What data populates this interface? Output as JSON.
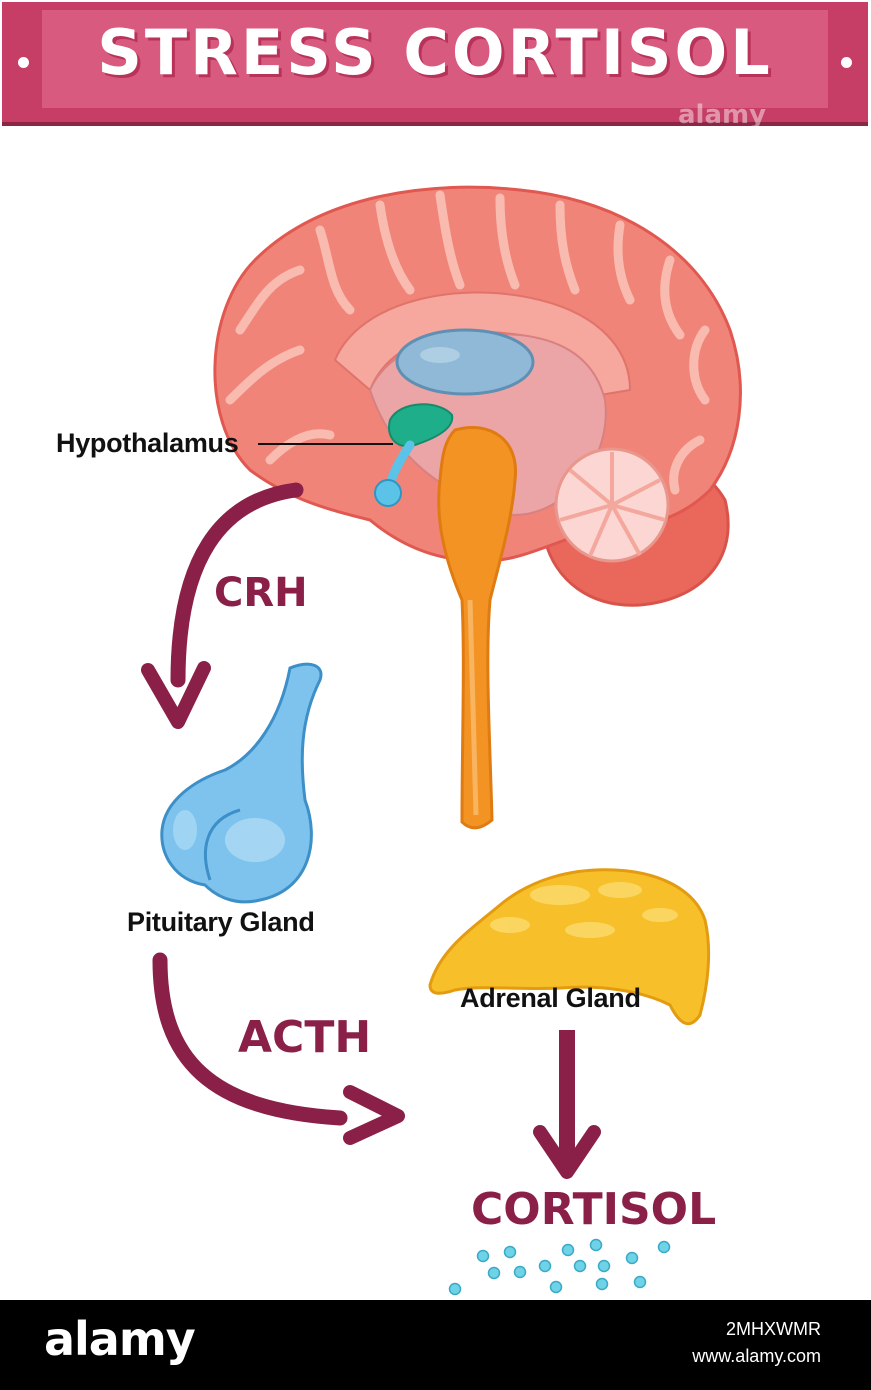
{
  "title": "STRESS CORTISOL",
  "watermark": "alamy",
  "labels": {
    "hypothalamus": "Hypothalamus",
    "pituitary": "Pituitary Gland",
    "adrenal": "Adrenal Gland"
  },
  "hormones": {
    "crh": "CRH",
    "acth": "ACTH",
    "cortisol": "CORTISOL"
  },
  "footer": {
    "logo": "alamy",
    "image_id": "2MHXWMR",
    "url": "www.alamy.com"
  },
  "colors": {
    "banner": "#c63e65",
    "arrow": "#8a1f48",
    "brain": "#f08478",
    "brainstem": "#f39324",
    "hypothalamus": "#1fae8a",
    "pituitary": "#6cb7ea",
    "adrenal": "#f7bf2a"
  }
}
